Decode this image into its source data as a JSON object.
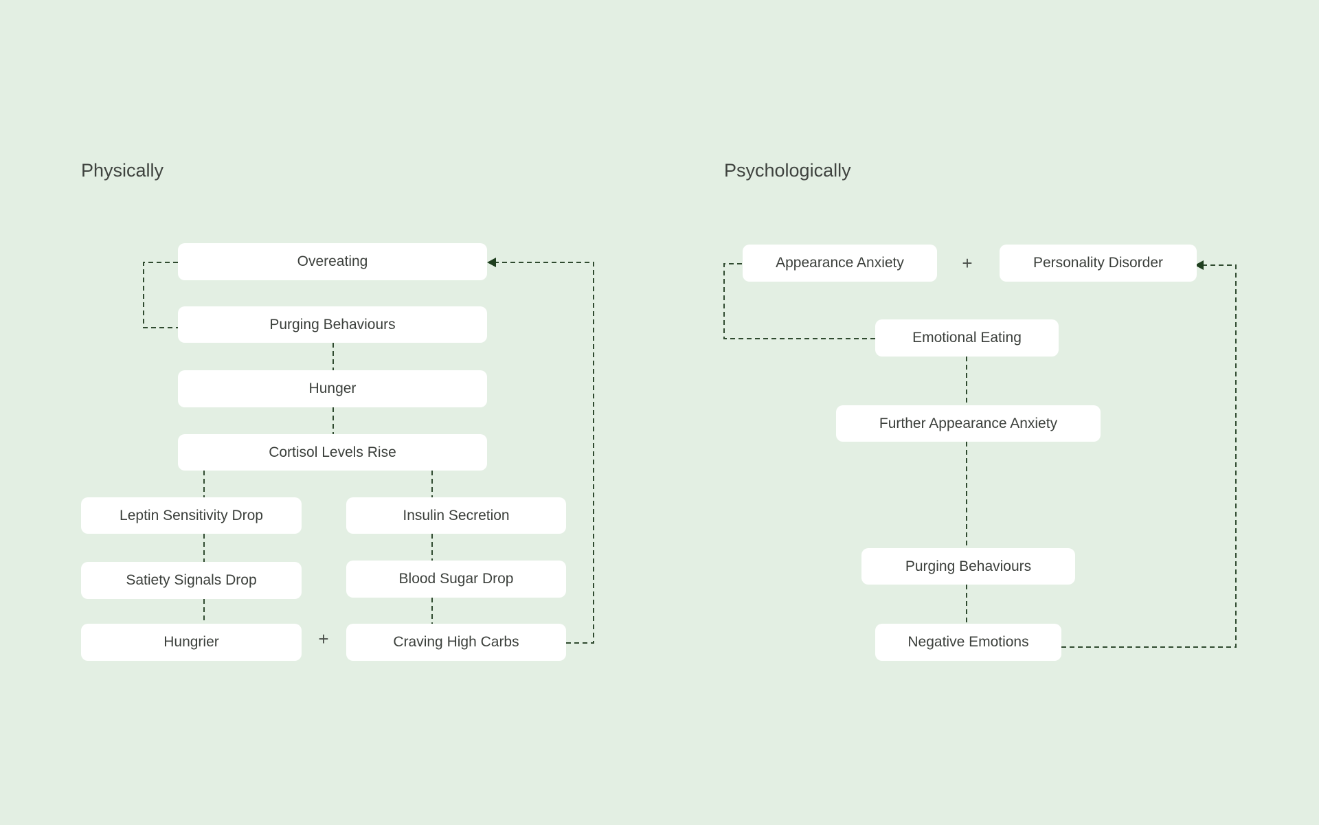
{
  "sections": {
    "physically": {
      "title": "Physically",
      "nodes": {
        "overeating": "Overeating",
        "purging_behaviours": "Purging Behaviours",
        "hunger": "Hunger",
        "cortisol_levels_rise": "Cortisol Levels Rise",
        "leptin_sensitivity_drop": "Leptin Sensitivity Drop",
        "insulin_secretion": "Insulin Secretion",
        "satiety_signals_drop": "Satiety Signals Drop",
        "blood_sugar_drop": "Blood Sugar Drop",
        "hungrier": "Hungrier",
        "craving_high_carbs": "Craving High Carbs"
      },
      "plus": "+"
    },
    "psychologically": {
      "title": "Psychologically",
      "nodes": {
        "appearance_anxiety": "Appearance Anxiety",
        "personality_disorder": "Personality Disorder",
        "emotional_eating": "Emotional Eating",
        "further_appearance_anxiety": "Further Appearance Anxiety",
        "purging_behaviours": "Purging Behaviours",
        "negative_emotions": "Negative Emotions"
      },
      "plus": "+"
    }
  },
  "colors": {
    "background": "#e3efe3",
    "node": "#ffffff",
    "connector": "#2f4a2f",
    "text": "#3b3f3b"
  }
}
